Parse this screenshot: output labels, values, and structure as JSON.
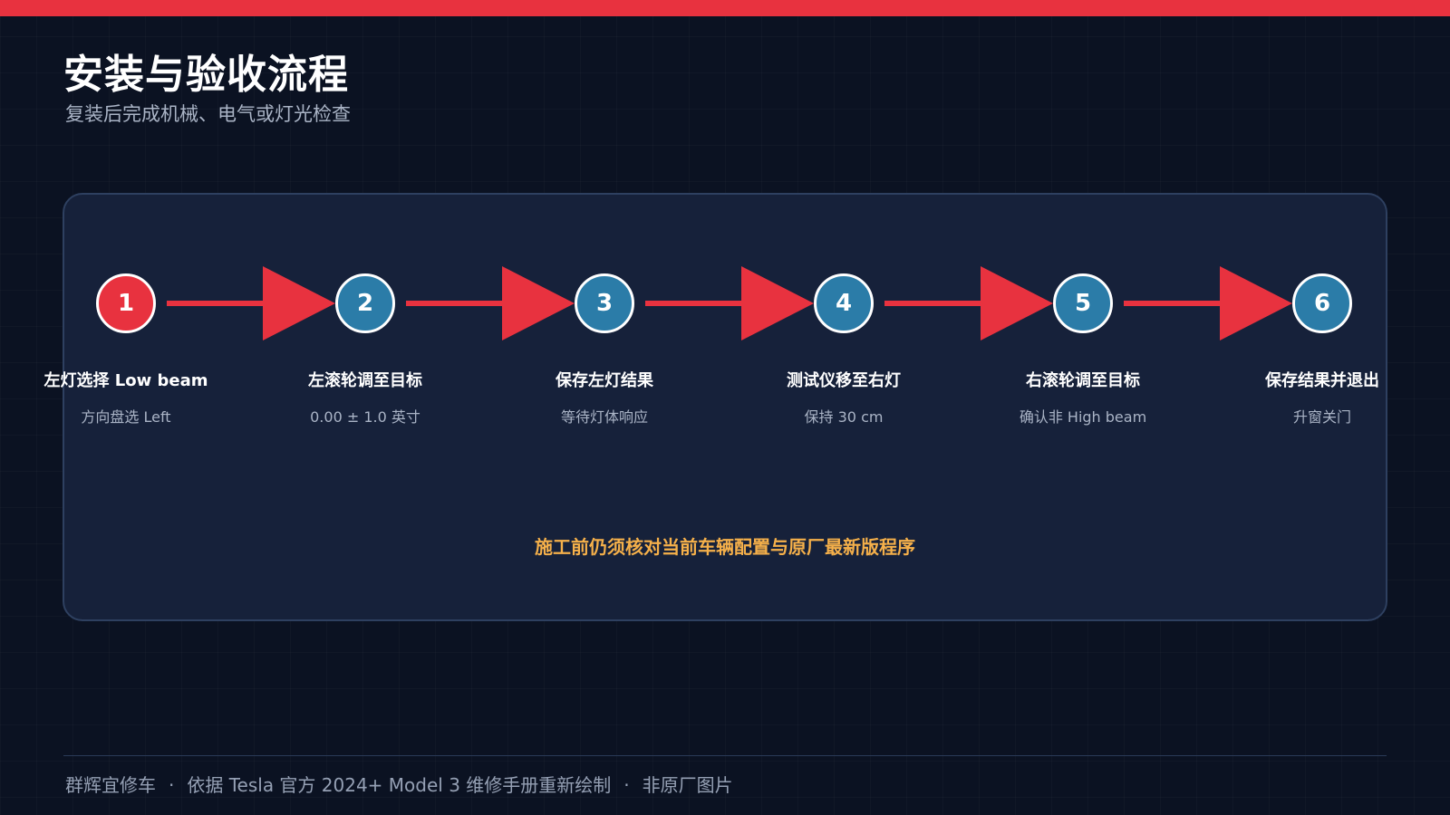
{
  "colors": {
    "accent_red": "#e8323f",
    "step_blue": "#2b7ca8",
    "note_orange": "#f5b04a",
    "panel_bg": "#16213a",
    "page_bg": "#0b1222"
  },
  "header": {
    "title": "安装与验收流程",
    "subtitle": "复装后完成机械、电气或灯光检查"
  },
  "flow": {
    "steps": [
      {
        "number": "1",
        "title": "左灯选择 Low beam",
        "subtitle": "方向盘选 Left",
        "active": true
      },
      {
        "number": "2",
        "title": "左滚轮调至目标",
        "subtitle": "0.00 ± 1.0 英寸",
        "active": false
      },
      {
        "number": "3",
        "title": "保存左灯结果",
        "subtitle": "等待灯体响应",
        "active": false
      },
      {
        "number": "4",
        "title": "测试仪移至右灯",
        "subtitle": "保持 30 cm",
        "active": false
      },
      {
        "number": "5",
        "title": "右滚轮调至目标",
        "subtitle": "确认非 High beam",
        "active": false
      },
      {
        "number": "6",
        "title": "保存结果并退出",
        "subtitle": "升窗关门",
        "active": false
      }
    ],
    "arrow_icon": "arrow-right-icon",
    "note": "施工前仍须核对当前车辆配置与原厂最新版程序"
  },
  "footer": {
    "items": [
      "群辉宜修车",
      "依据 Tesla 官方 2024+ Model 3 维修手册重新绘制",
      "非原厂图片"
    ],
    "separator": "·"
  }
}
